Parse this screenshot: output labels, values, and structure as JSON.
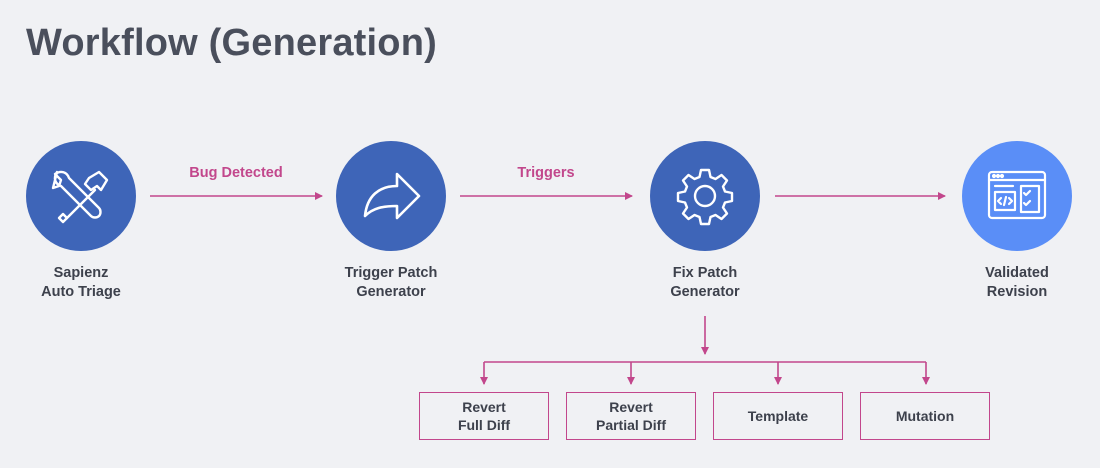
{
  "title": "Workflow (Generation)",
  "nodes": [
    {
      "line1": "Sapienz",
      "line2": "Auto Triage",
      "icon": "wrench-hammer-icon"
    },
    {
      "line1": "Trigger Patch",
      "line2": "Generator",
      "icon": "forward-arrow-icon"
    },
    {
      "line1": "Fix Patch",
      "line2": "Generator",
      "icon": "gear-icon"
    },
    {
      "line1": "Validated",
      "line2": "Revision",
      "icon": "code-window-icon"
    }
  ],
  "edges": [
    {
      "label": "Bug Detected"
    },
    {
      "label": "Triggers"
    },
    {
      "label": ""
    }
  ],
  "strategies": [
    {
      "line1": "Revert",
      "line2": "Full Diff"
    },
    {
      "line1": "Revert",
      "line2": "Partial Diff"
    },
    {
      "line1": "Template",
      "line2": ""
    },
    {
      "line1": "Mutation",
      "line2": ""
    }
  ],
  "colors": {
    "node_dark": "#3e65b8",
    "node_light": "#5a8ef7",
    "connector": "#c2478c",
    "text": "#3d414c"
  }
}
